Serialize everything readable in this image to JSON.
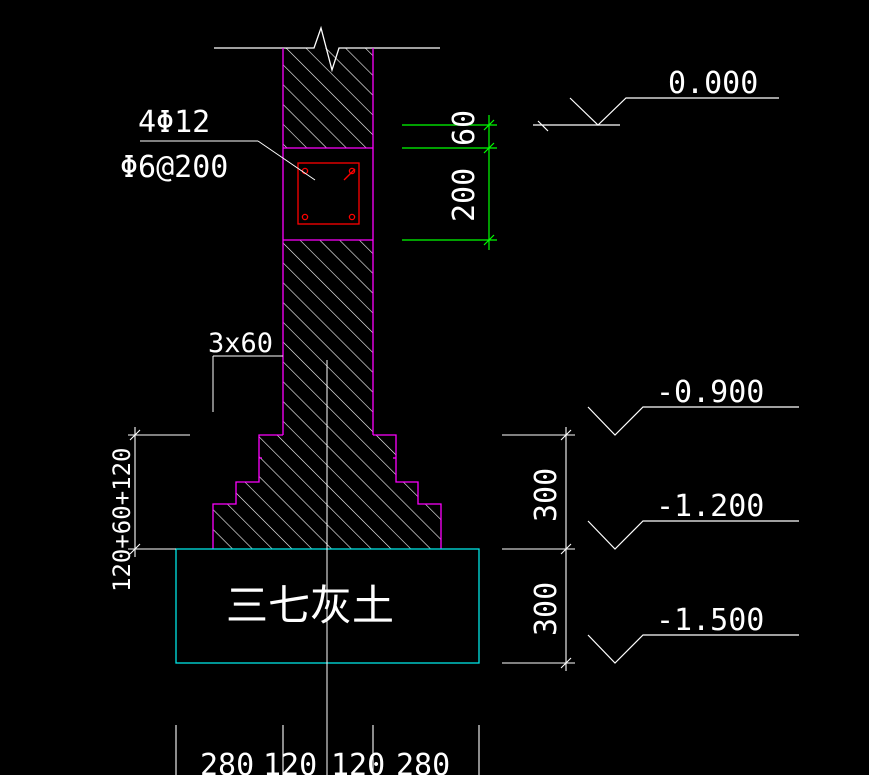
{
  "rebar": {
    "main_bars": "4Φ12",
    "stirrups": "Φ6@200"
  },
  "step_note": "3x60",
  "elevations": {
    "ground": "0.000",
    "level_1": "-0.900",
    "level_2": "-1.200",
    "level_3": "-1.500"
  },
  "dimensions": {
    "beam_offset": "60",
    "beam_height": "200",
    "footing_height": "120+60+120",
    "layer_upper": "300",
    "layer_lower": "300",
    "bottom": [
      "280",
      "120",
      "120",
      "280"
    ]
  },
  "material_label": "三七灰土",
  "colors": {
    "background": "#000000",
    "wall_outline": "#ff00ff",
    "hatch": "#ffffff",
    "ring_beam": "#ff0000",
    "dimension": "#00ff00",
    "lime_soil": "#00e5e5",
    "text": "#ffffff"
  }
}
